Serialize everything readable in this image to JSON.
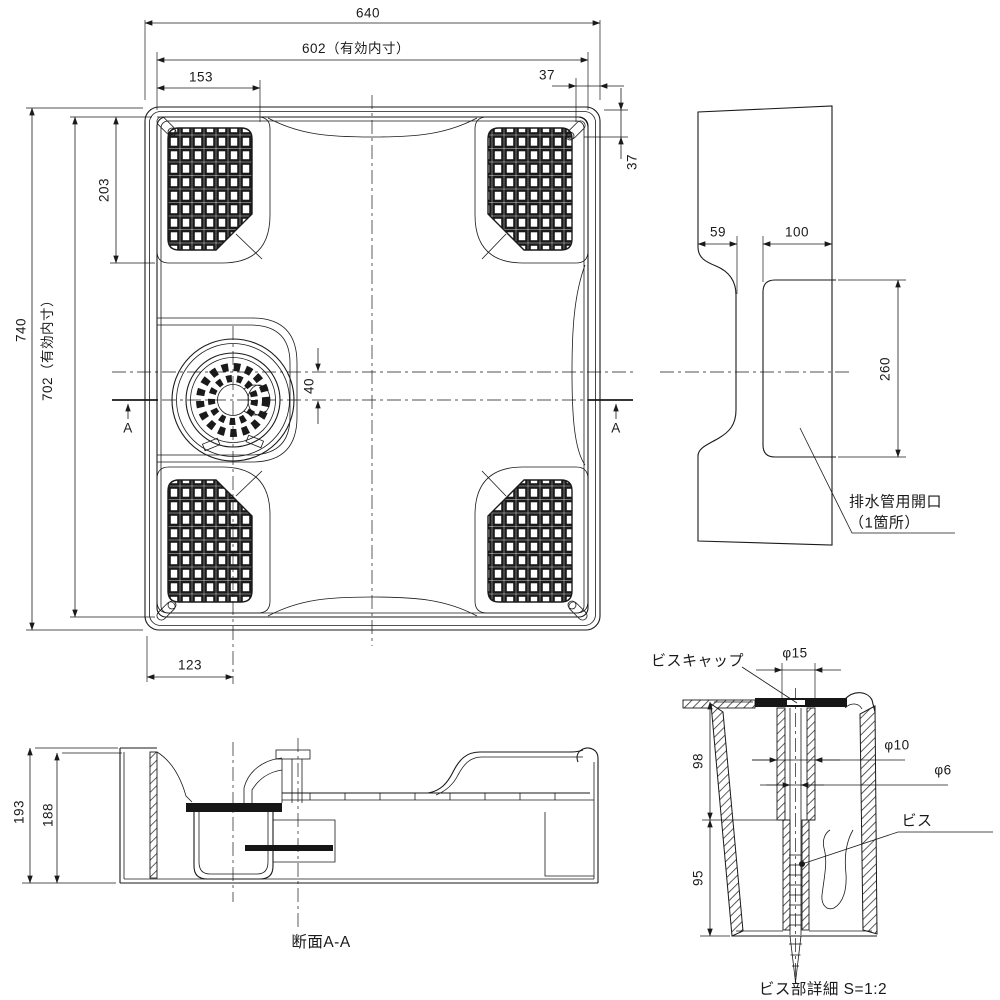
{
  "drawing": {
    "background_color": "#ffffff",
    "line_color": "#1a1a1a",
    "plan": {
      "d640": "640",
      "d602": "602（有効内寸）",
      "d153": "153",
      "d37h": "37",
      "d37v": "37",
      "d203": "203",
      "d740": "740",
      "d702": "702（有効内寸）",
      "d40": "40",
      "d123": "123",
      "section_marker": "A"
    },
    "side": {
      "d59": "59",
      "d100": "100",
      "d260": "260",
      "opening_label_line1": "排水管用開口",
      "opening_label_line2": "（1箇所）"
    },
    "section": {
      "d193": "193",
      "d188": "188",
      "caption": "断面A-A"
    },
    "detail": {
      "cap_label": "ビスキャップ",
      "d_phi15": "φ15",
      "d_phi10": "φ10",
      "d_phi6": "φ6",
      "d98": "98",
      "d95": "95",
      "screw_label": "ビス",
      "caption": "ビス部詳細 S=1:2"
    }
  }
}
